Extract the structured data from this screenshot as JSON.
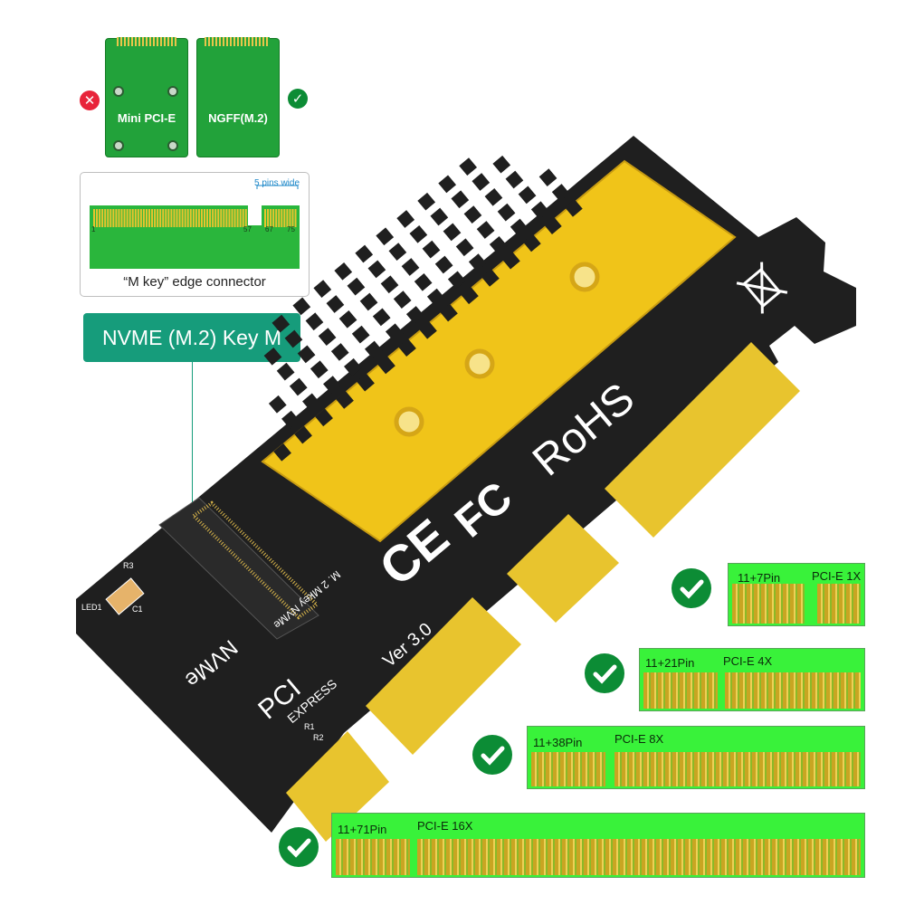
{
  "modules": {
    "mini": {
      "label": "Mini  PCI-E",
      "status": "incompatible"
    },
    "ngff": {
      "label": "NGFF(M.2)",
      "status": "compatible"
    }
  },
  "edge_connector": {
    "caption": "“M key” edge connector",
    "pins_wide": "5 pins wide",
    "pin_numbers": [
      "1",
      "57",
      "67",
      "75"
    ]
  },
  "interface_tag": "NVME (M.2) Key M",
  "board": {
    "silk_nvme": "NVMe",
    "slot_text": "M. 2  Mkey  NVMe",
    "version": "Ver 3.0",
    "rohs": "RoHS",
    "fc": "FC",
    "ce": "CE",
    "pci_express": [
      "PCI",
      "EXPRESS"
    ],
    "resistors": [
      "R1",
      "R2",
      "R3"
    ],
    "led": "LED1",
    "cap": "C1"
  },
  "slots": [
    {
      "pins": "11+7Pin",
      "name": "PCI-E 1X"
    },
    {
      "pins": "11+21Pin",
      "name": "PCI-E 4X"
    },
    {
      "pins": "11+38Pin",
      "name": "PCI-E 8X"
    },
    {
      "pins": "11+71Pin",
      "name": "PCI-E 16X"
    }
  ],
  "colors": {
    "green_slot": "#39f23a",
    "tag": "#169c7b",
    "check": "#0c8c35",
    "cross": "#e8243a",
    "board": "#1f1f1f",
    "heatsink": "#f0c419"
  }
}
